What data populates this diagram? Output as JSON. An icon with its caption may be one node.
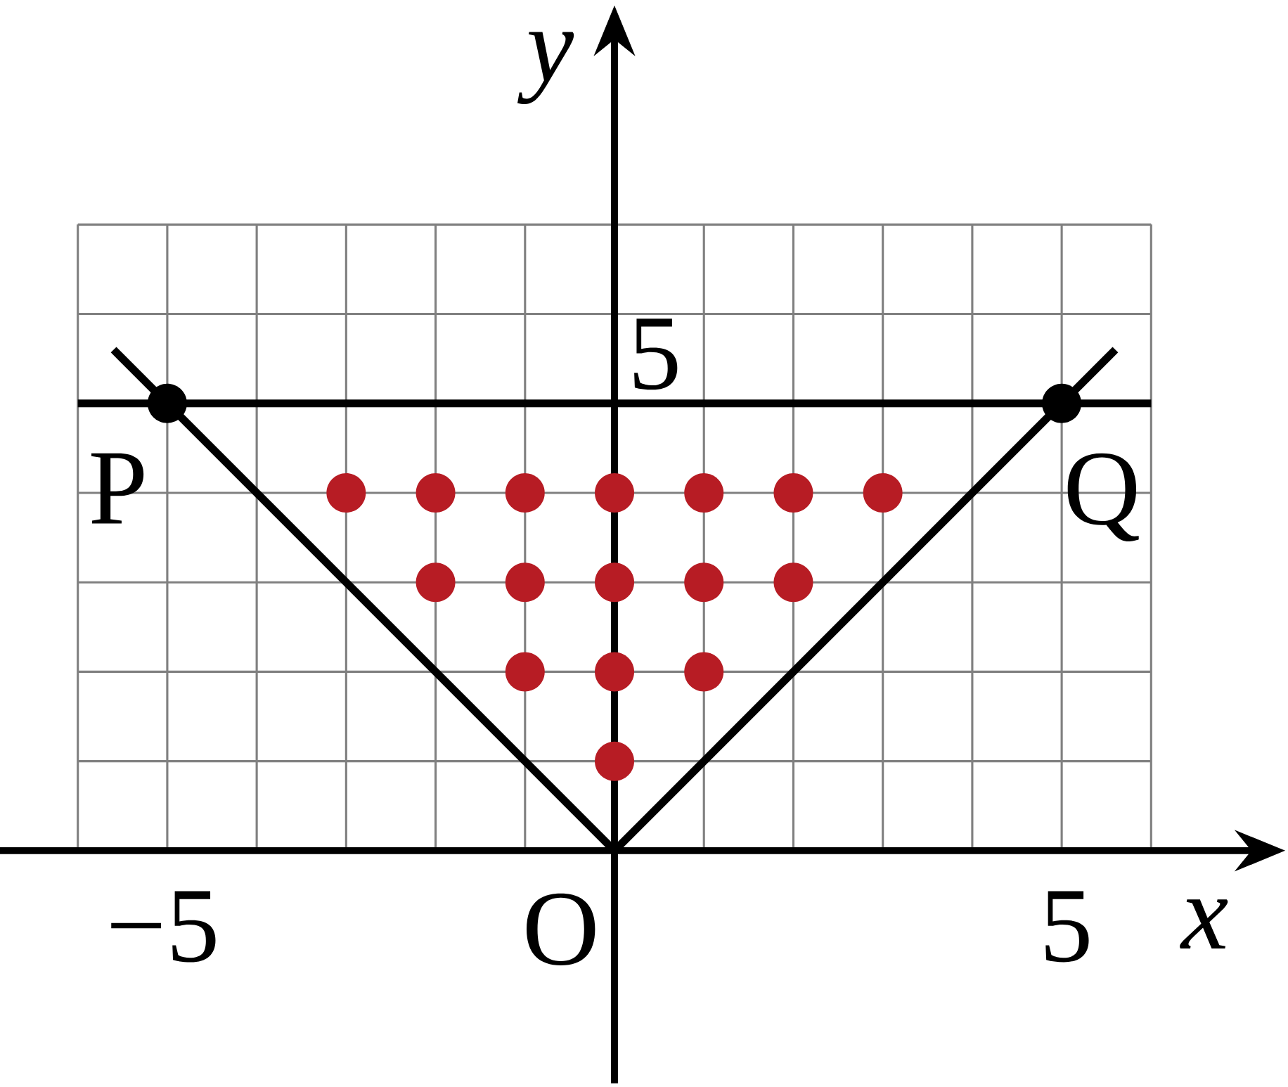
{
  "diagram": {
    "labels": [
      "y",
      "5",
      "P",
      "Q",
      "−5",
      "O",
      "5",
      "x"
    ]
  }
}
